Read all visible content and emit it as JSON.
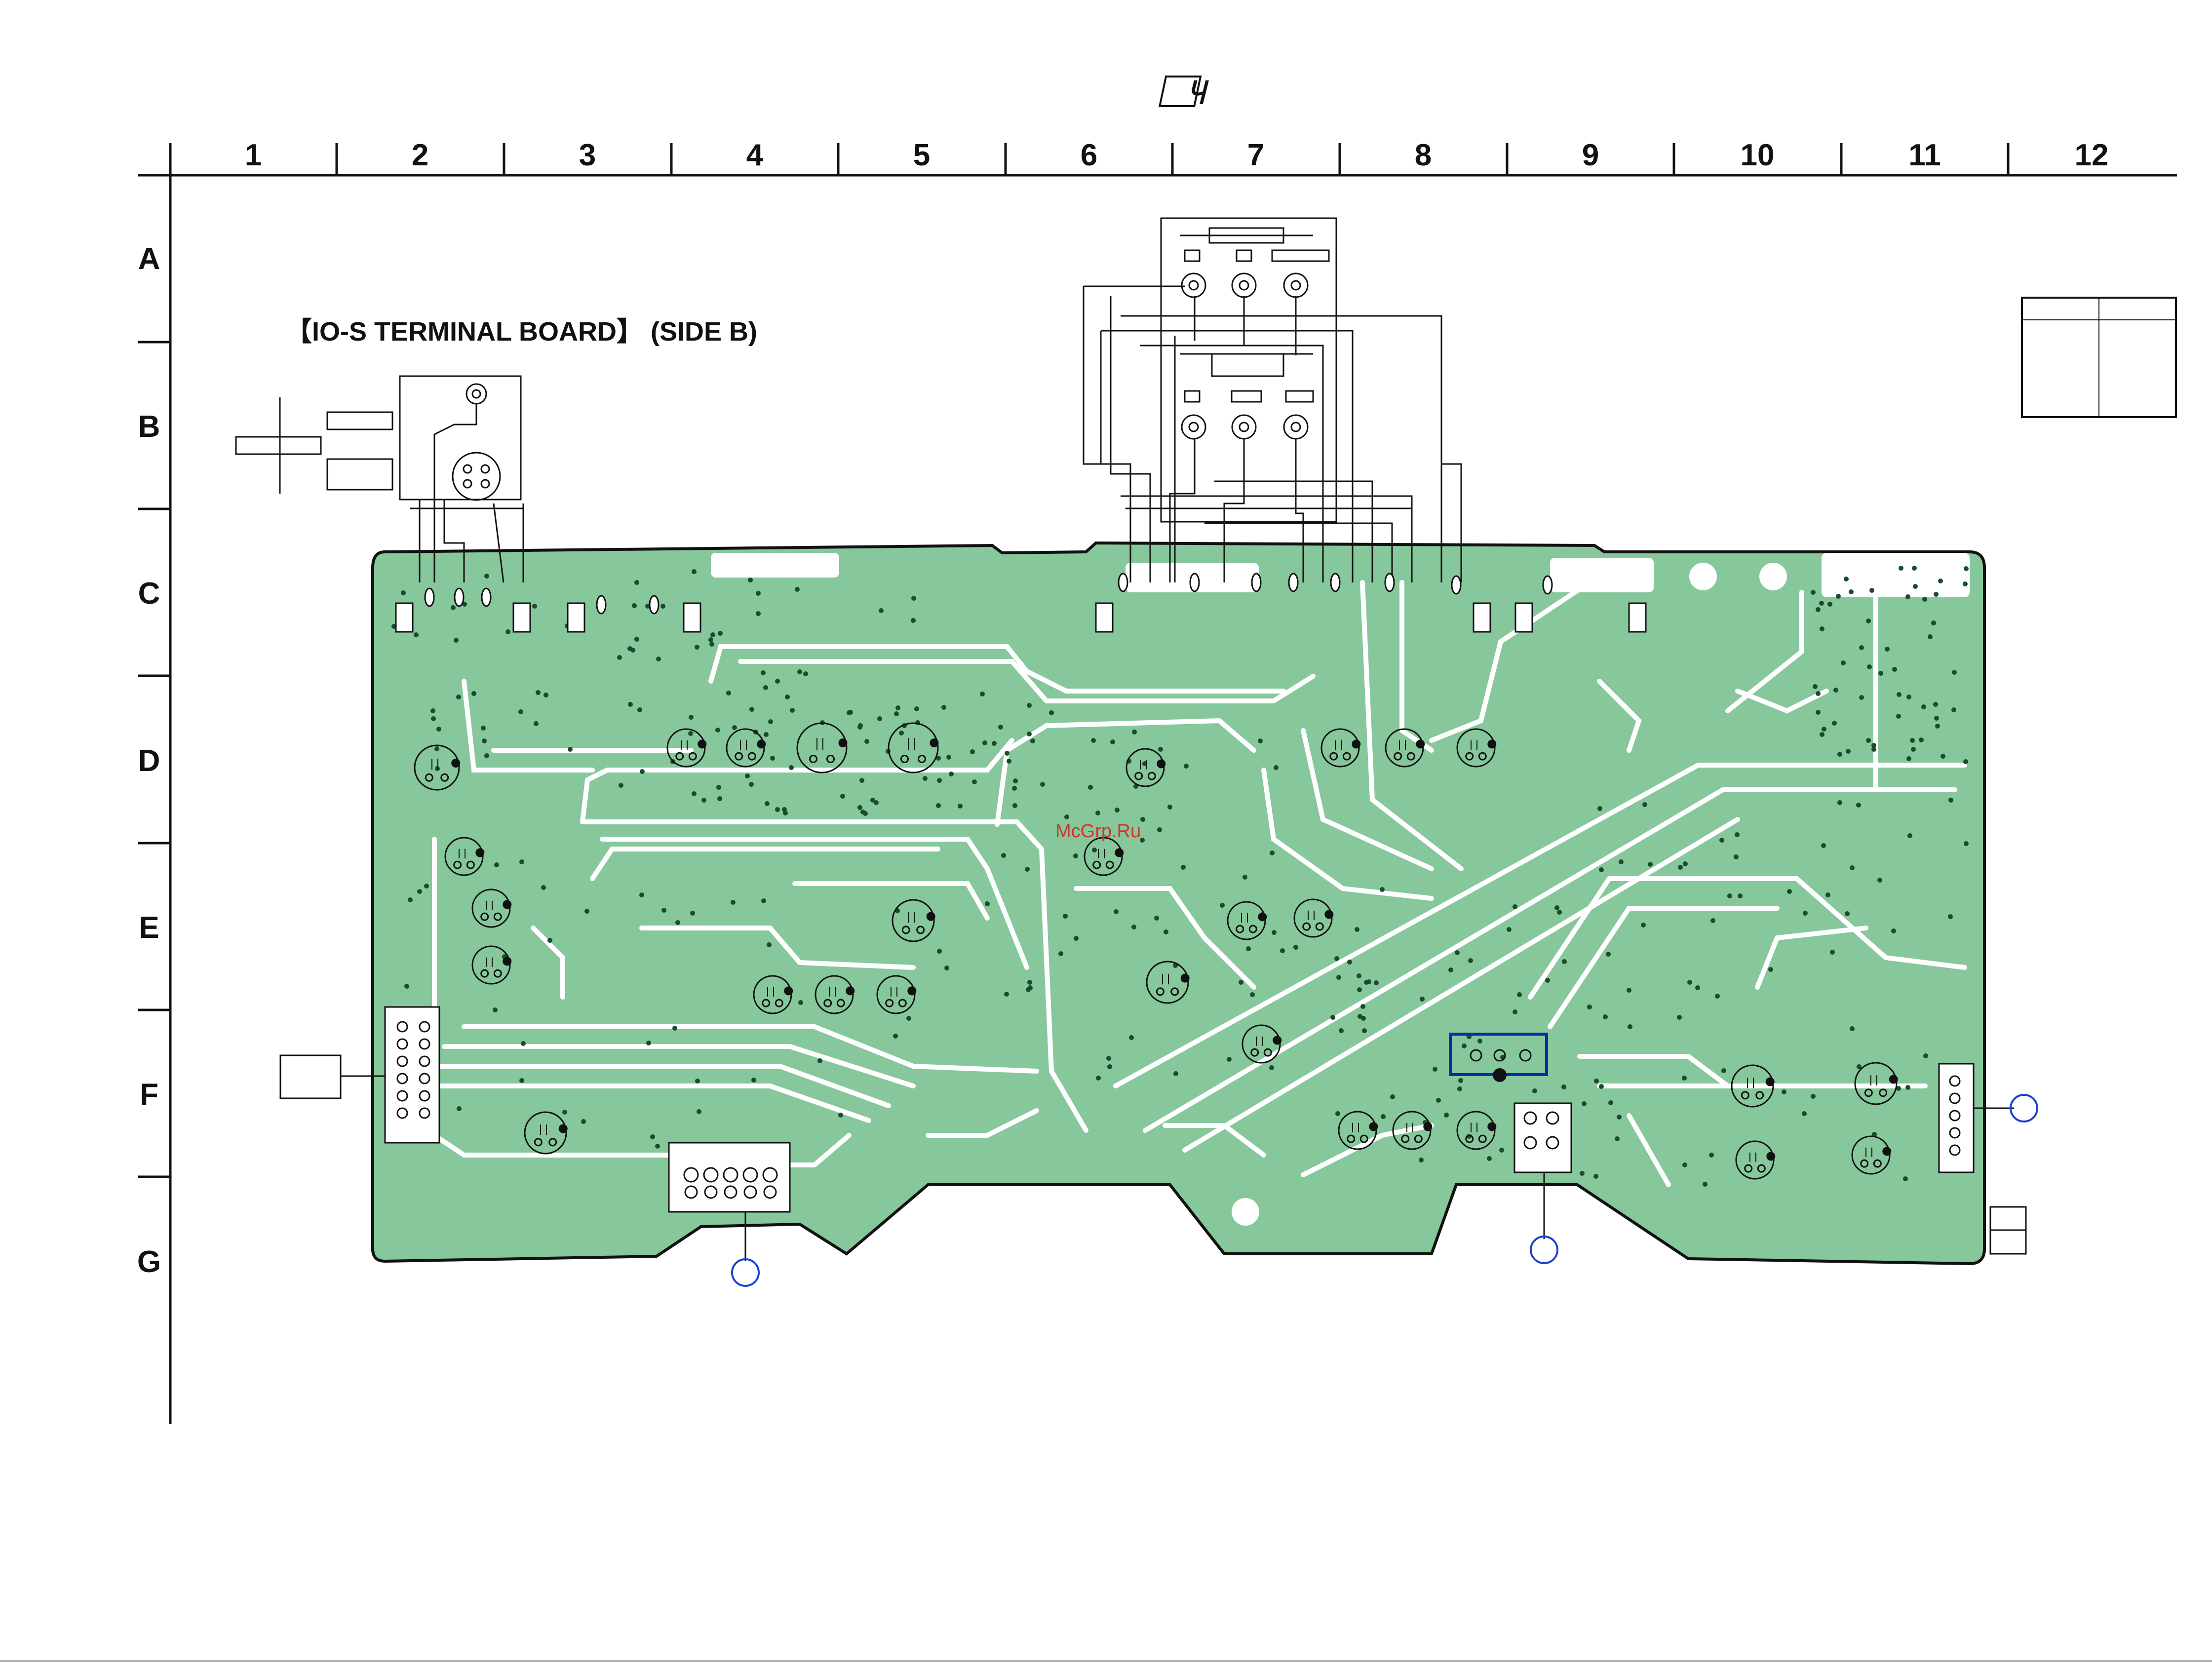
{
  "logo_text": "Ⴗ",
  "board_title": "【IO-S TERMINAL BOARD】 (SIDE B)",
  "watermark": "McGrp.Ru",
  "grid": {
    "columns": [
      "1",
      "2",
      "3",
      "4",
      "5",
      "6",
      "7",
      "8",
      "9",
      "10",
      "11",
      "12"
    ],
    "rows": [
      "A",
      "B",
      "C",
      "D",
      "E",
      "F",
      "G"
    ]
  },
  "colors": {
    "pcb_fill": "#86c79b",
    "pcb_outline": "#111111",
    "trace": "#ffffff",
    "test_point": "#1f3fd0",
    "highlight_box": "#0d2aa8"
  }
}
